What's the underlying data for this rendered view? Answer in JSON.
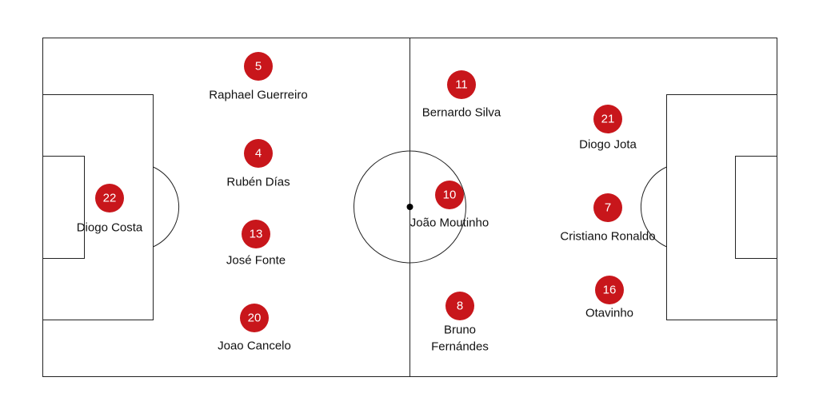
{
  "colors": {
    "player_marker": "#c8161b",
    "pitch_lines": "#222222",
    "background": "#ffffff"
  },
  "players": [
    {
      "number": "22",
      "name": "Diogo Costa"
    },
    {
      "number": "5",
      "name": "Raphael Guerreiro"
    },
    {
      "number": "4",
      "name": "Rubén Días"
    },
    {
      "number": "13",
      "name": "José Fonte"
    },
    {
      "number": "20",
      "name": "Joao Cancelo"
    },
    {
      "number": "11",
      "name": "Bernardo Silva"
    },
    {
      "number": "10",
      "name": "João Moutinho"
    },
    {
      "number": "8",
      "name": "Bruno",
      "name2": "Fernándes"
    },
    {
      "number": "21",
      "name": "Diogo Jota"
    },
    {
      "number": "7",
      "name": "Cristiano Ronaldo"
    },
    {
      "number": "16",
      "name": "Otavinho"
    }
  ]
}
